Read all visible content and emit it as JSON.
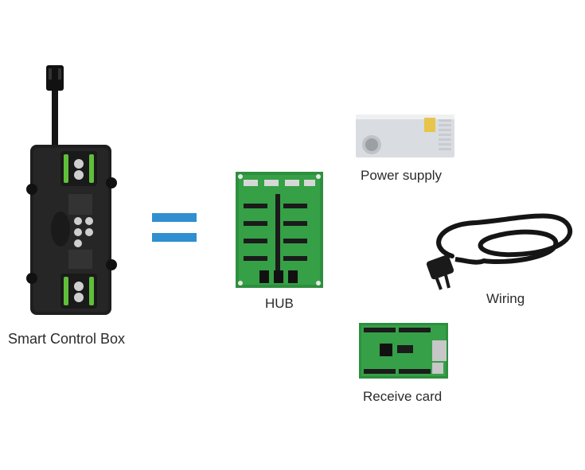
{
  "labels": {
    "control_box": "Smart Control Box",
    "hub": "HUB",
    "power_supply": "Power supply",
    "wiring": "Wiring",
    "receive_card": "Receive card"
  },
  "colors": {
    "equals": "#2f8fd0",
    "pcb_green": "#2e8f3f",
    "box_body": "#1e1e1e",
    "box_accent": "#5fbf3a",
    "psu_metal": "#d9dde1",
    "cable": "#151515"
  },
  "icons": {
    "equals": "equals-sign-icon"
  }
}
